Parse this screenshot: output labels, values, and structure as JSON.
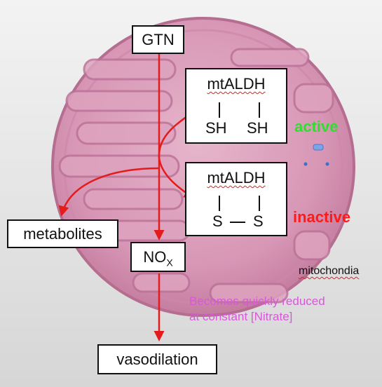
{
  "nodes": {
    "gtn": "GTN",
    "mtaldh_top": "mtALDH",
    "sh_left": "SH",
    "sh_right": "SH",
    "mtaldh_bottom": "mtALDH",
    "s_left": "S",
    "s_right": "S",
    "metabolites": "metabolites",
    "nox_main": "NO",
    "nox_sub": "X",
    "vasodilation": "vasodilation"
  },
  "labels": {
    "active": "active",
    "inactive": "inactive",
    "mitochondria": "mitochondia",
    "note_line1": "Becomes quickly reduced",
    "note_line2": "at constant [Nitrate]"
  },
  "colors": {
    "arrow": "#e41b1b",
    "active": "#2ee02e",
    "inactive": "#ff1a1a",
    "note": "#d659d6",
    "mito_fill": "#d893b4",
    "mito_crista": "#c4789d"
  }
}
